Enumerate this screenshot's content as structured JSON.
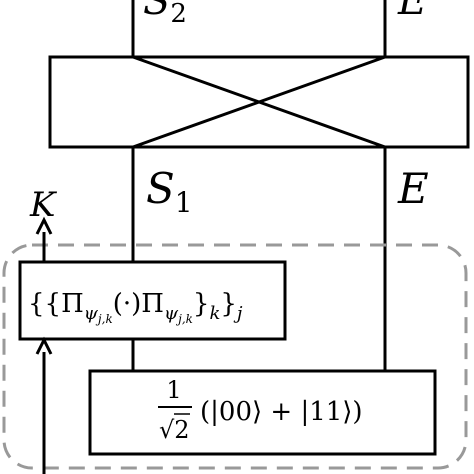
{
  "labels": {
    "top_left_wire": {
      "main": "S",
      "sub": "2"
    },
    "top_right_wire": "E",
    "mid_left_wire": {
      "main": "S",
      "sub": "1"
    },
    "mid_right_wire": "E",
    "output_classical": "K"
  },
  "measurement_box": {
    "lbrace_outer": "{",
    "lbrace_inner": "{",
    "pi1": "Π",
    "pi1_sub": "ψ",
    "pi1_subsub": "j,k",
    "arg": "(·)",
    "pi2": "Π",
    "pi2_sub": "ψ",
    "pi2_subsub": "j,k",
    "rbrace_inner": "}",
    "inner_index": "k",
    "rbrace_outer": "}",
    "outer_index": "j"
  },
  "state_box": {
    "frac_num": "1",
    "frac_den_sqrt": "√",
    "frac_den": "2",
    "ket_expr": "(|00⟩ + |11⟩)"
  }
}
